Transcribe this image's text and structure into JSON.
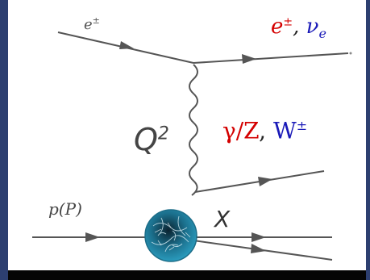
{
  "diagram": {
    "incoming_lepton": {
      "base": "e",
      "sup": "±"
    },
    "outgoing_lepton": {
      "e_base": "e",
      "e_sup": "±",
      "separator": ", ",
      "nu_base": "ν",
      "nu_sub": "e"
    },
    "momentum_transfer": {
      "base": "Q",
      "sup": "2"
    },
    "bosons": {
      "gz": "γ/Z",
      "separator": ", ",
      "w_base": "W",
      "w_sup": "±"
    },
    "proton": "p(P)",
    "final_state": "X",
    "colors": {
      "red": "#d40000",
      "blue": "#1a1ab8",
      "line": "#555555",
      "proton_blob": "#1d7a96"
    }
  }
}
